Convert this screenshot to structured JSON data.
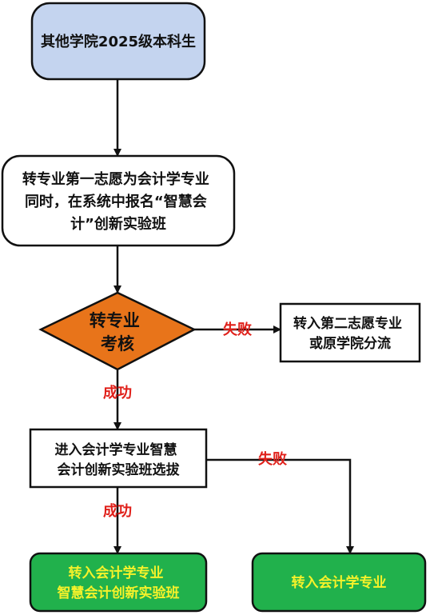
{
  "colors": {
    "start_fill": "#c4d4ef",
    "decision_fill": "#e8741a",
    "end_fill": "#21b14c",
    "end_text": "#f7f22a",
    "edge_label": "#e0201a",
    "stroke": "#111111"
  },
  "nodes": {
    "start": {
      "lines": [
        "其他学院2025级本科生"
      ]
    },
    "first_choice": {
      "lines": [
        "转专业第一志愿为会计学专业",
        "同时，在系统中报名“智慧会",
        "计”创新实验班"
      ]
    },
    "transfer_exam": {
      "lines": [
        "转专业",
        "考核"
      ]
    },
    "fallback": {
      "lines": [
        "转入第二志愿专业",
        "或原学院分流"
      ]
    },
    "selection": {
      "lines": [
        "进入会计学专业智慧",
        "会计创新实验班选拔"
      ]
    },
    "smart_class": {
      "lines": [
        "转入会计学专业",
        "智慧会计创新实验班"
      ]
    },
    "accounting": {
      "lines": [
        "转入会计学专业"
      ]
    }
  },
  "edges": {
    "exam_fail": "失败",
    "exam_success": "成功",
    "selection_fail": "失败",
    "selection_success": "成功"
  }
}
